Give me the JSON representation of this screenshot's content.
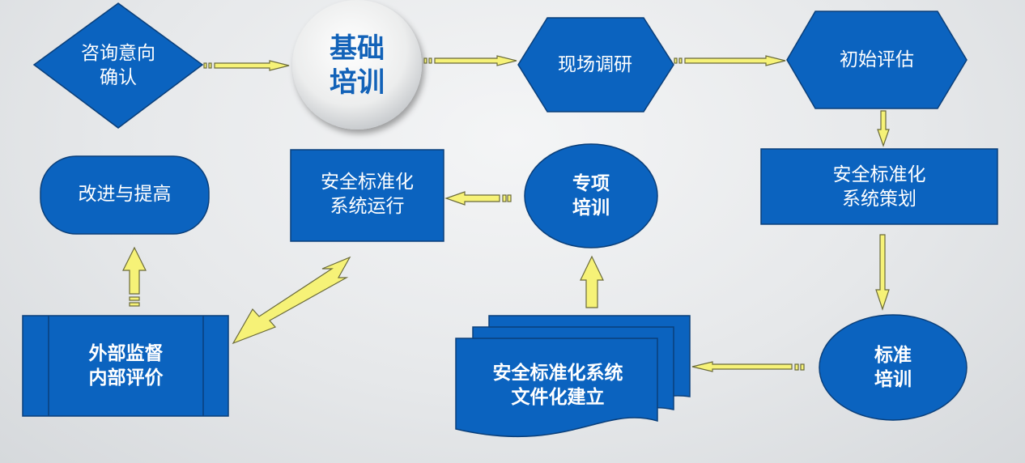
{
  "nodes": {
    "consult": "咨询意向\n确认",
    "basic_training": "基础\n培训",
    "site_survey": "现场调研",
    "initial_assessment": "初始评估",
    "system_planning": "安全标准化\n系统策划",
    "standard_training": "标准\n培训",
    "system_documentation": "安全标准化系统\n文件化建立",
    "special_training": "专项\n培训",
    "system_operation": "安全标准化\n系统运行",
    "supervision_evaluation": "外部监督\n内部评价",
    "improvement": "改进与提高"
  },
  "colors": {
    "node_fill": "#0b63bf",
    "node_border": "#0a3f7a",
    "arrow_fill": "#f6f277",
    "arrow_border": "#6a6a3a",
    "basic_training_text": "#1262b8"
  }
}
